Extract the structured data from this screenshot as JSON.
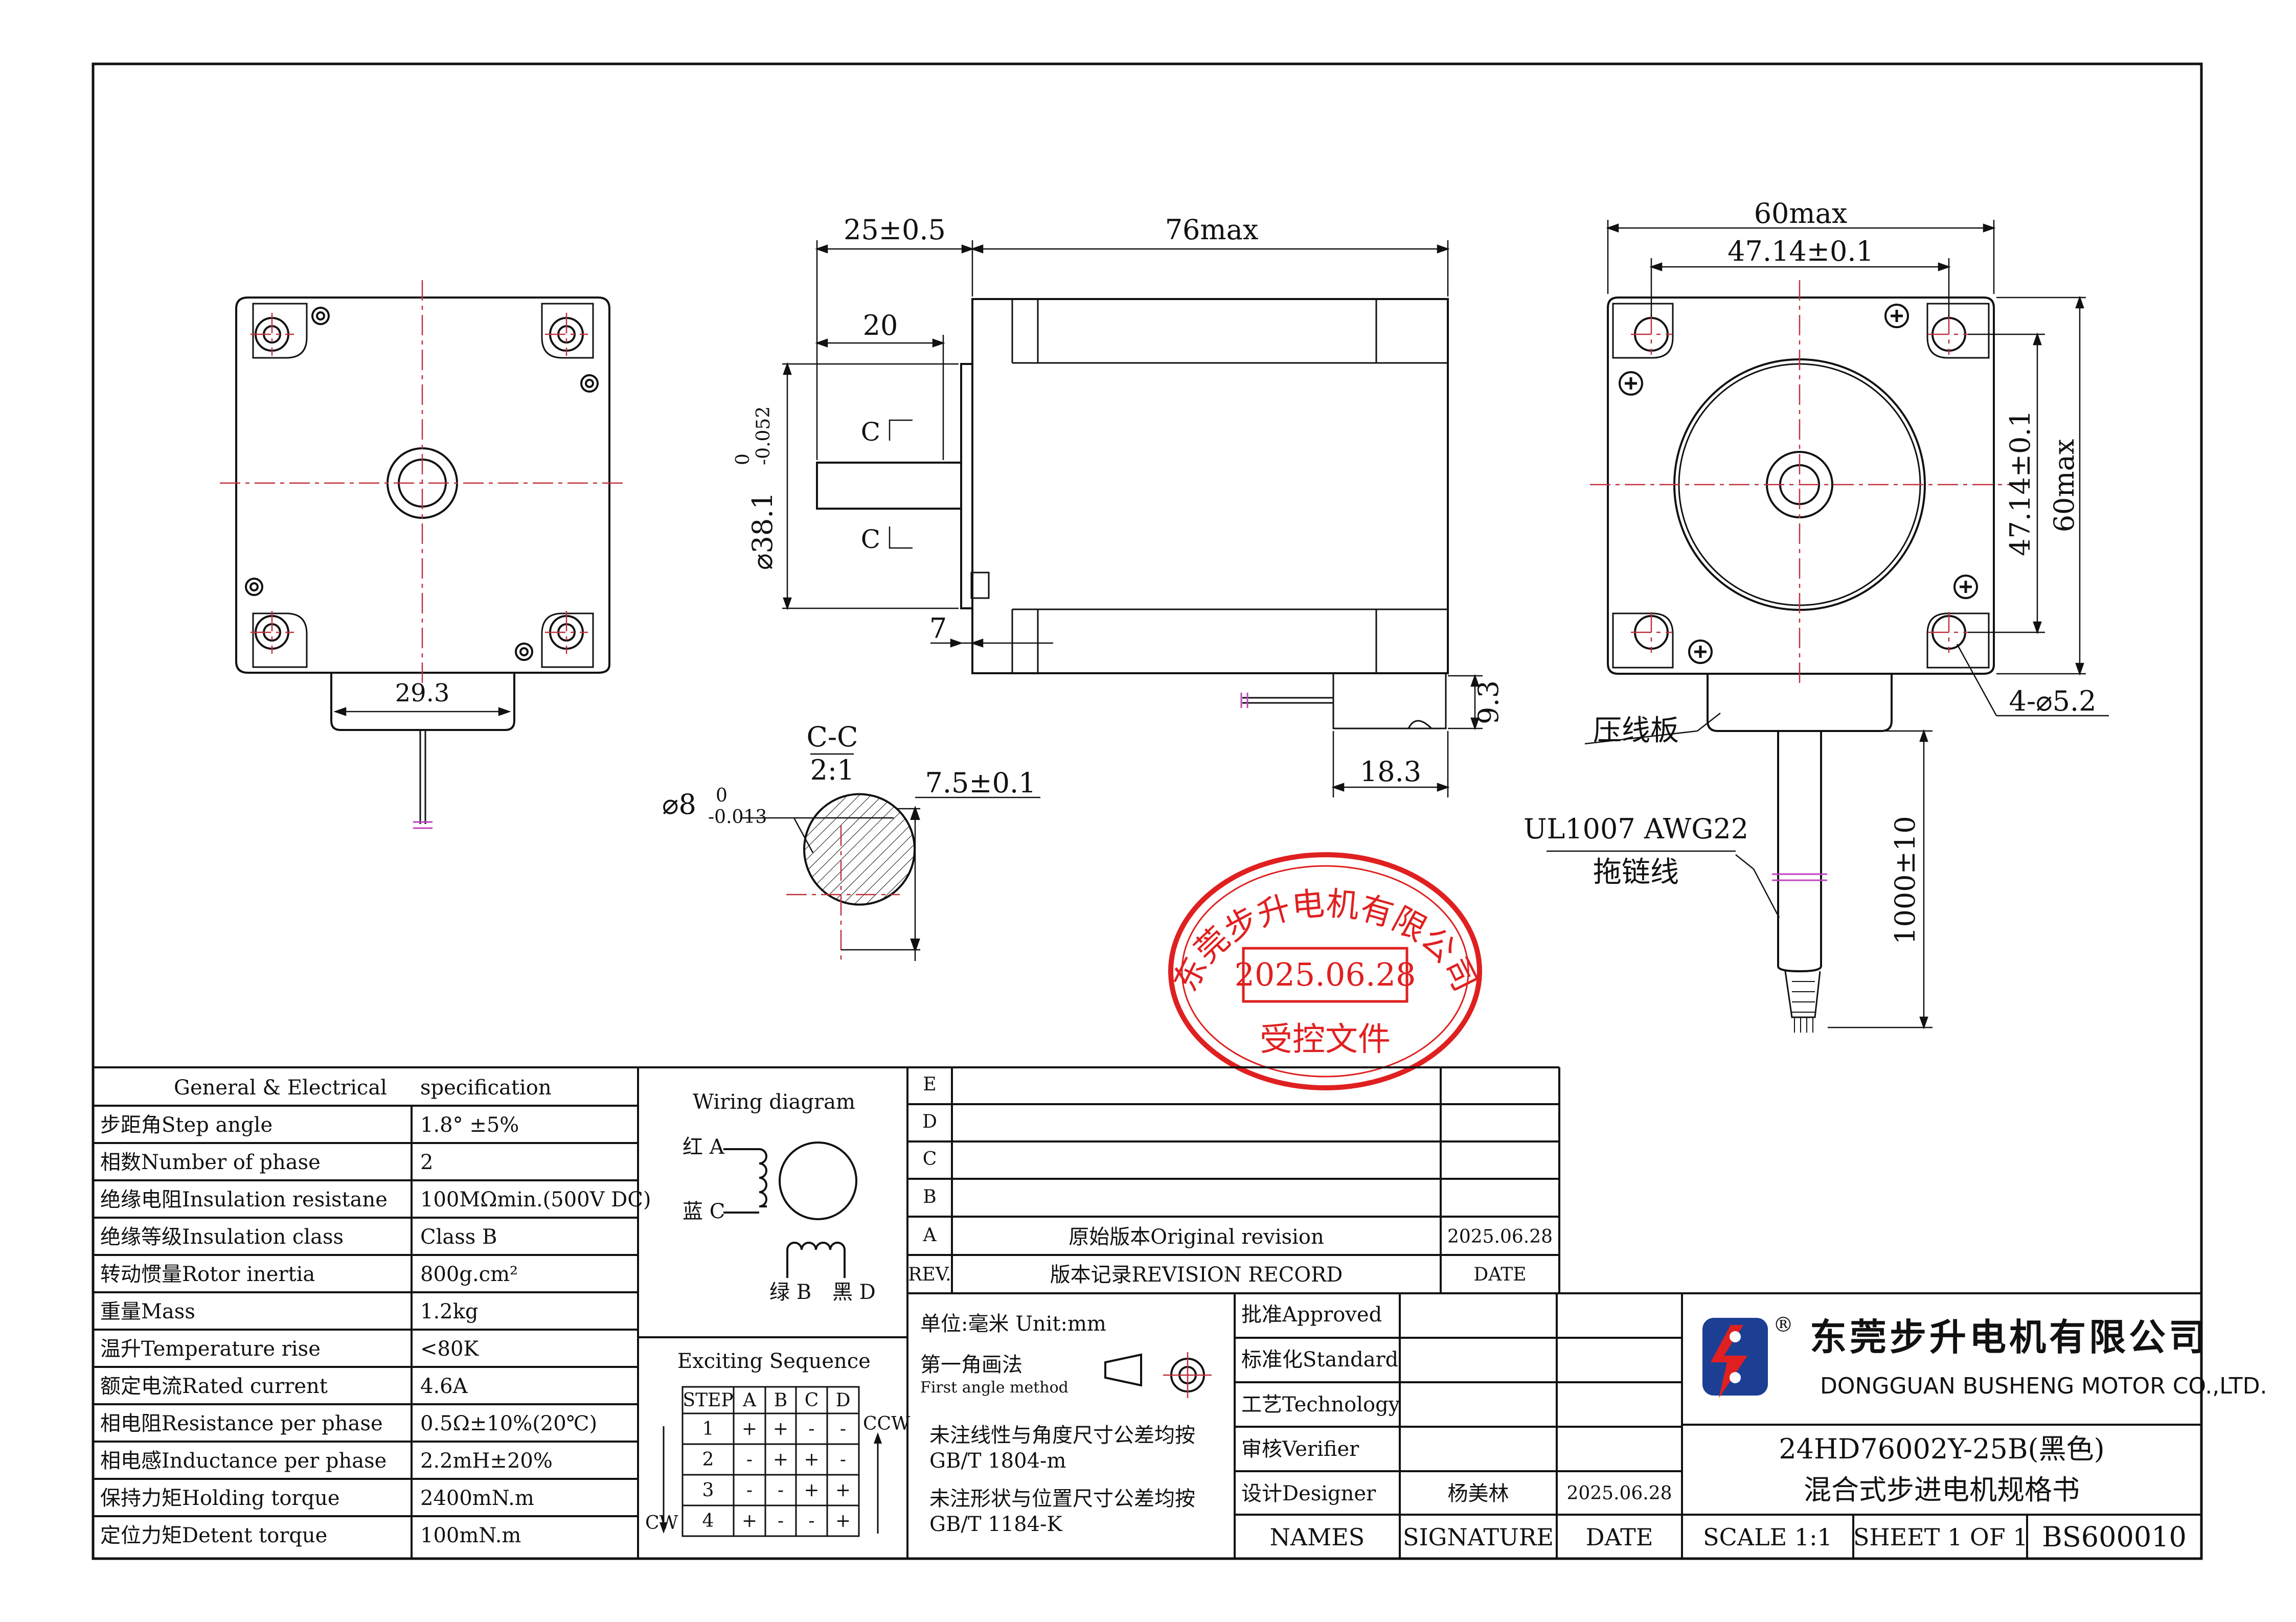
{
  "drawing": {
    "front": {
      "dim_29_3": "29.3"
    },
    "side": {
      "dim_25": "25±0.5",
      "dim_76": "76max",
      "dim_20": "20",
      "dim_7": "7",
      "dim_93": "9.3",
      "dim_183": "18.3",
      "dia_label": "⌀38.1",
      "dia_upper": "0",
      "dia_lower": "-0.052",
      "section_mark_top": "C",
      "section_mark_bottom": "C"
    },
    "section": {
      "title": "C-C",
      "scale": "2:1",
      "dia_label": "⌀8",
      "dia_upper": "0",
      "dia_lower": "-0.013",
      "dim_75": "7.5±0.1"
    },
    "right": {
      "dim_60top": "60max",
      "dim_4714top": "47.14±0.1",
      "dim_4714side": "47.14±0.1",
      "dim_60side": "60max",
      "holes": "4-⌀5.2",
      "plate_label": "压线板",
      "cable_spec": "UL1007  AWG22",
      "cable_type": "拖链线",
      "length": "1000±10"
    }
  },
  "stamp": {
    "company": "东莞步升电机有限公司",
    "date": "2025.06.28",
    "label": "受控文件",
    "color": "#e02020"
  },
  "spec": {
    "header_left": "General & Electrical",
    "header_right": "specification",
    "rows": [
      {
        "cn": "步距角",
        "en": "Step angle",
        "val": "1.8°  ±5%"
      },
      {
        "cn": "相数",
        "en": "Number of phase",
        "val": "2"
      },
      {
        "cn": "绝缘电阻",
        "en": "Insulation resistane",
        "val": "100MΩmin.(500V DC)"
      },
      {
        "cn": "绝缘等级",
        "en": "Insulation class",
        "val": "Class B"
      },
      {
        "cn": "转动惯量",
        "en": "Rotor inertia",
        "val": "800g.cm²"
      },
      {
        "cn": "重量",
        "en": "Mass",
        "val": "1.2kg"
      },
      {
        "cn": "温升",
        "en": "Temperature rise",
        "val": "<80K"
      },
      {
        "cn": "额定电流",
        "en": "Rated current",
        "val": "4.6A"
      },
      {
        "cn": "相电阻",
        "en": "Resistance per phase",
        "val": "0.5Ω±10%(20℃)"
      },
      {
        "cn": "相电感",
        "en": "Inductance per phase",
        "val": "2.2mH±20%"
      },
      {
        "cn": "保持力矩",
        "en": "Holding torque",
        "val": "2400mN.m"
      },
      {
        "cn": "定位力矩",
        "en": "Detent torque",
        "val": "100mN.m"
      }
    ]
  },
  "wiring": {
    "title": "Wiring diagram",
    "red": "红 A",
    "blue": "蓝 C",
    "green": "绿 B",
    "black": "黑 D"
  },
  "sequence": {
    "title": "Exciting Sequence",
    "headers": [
      "STEP",
      "A",
      "B",
      "C",
      "D"
    ],
    "rows": [
      [
        "1",
        "+",
        "+",
        "-",
        "-"
      ],
      [
        "2",
        "-",
        "+",
        "+",
        "-"
      ],
      [
        "3",
        "-",
        "-",
        "+",
        "+"
      ],
      [
        "4",
        "+",
        "-",
        "-",
        "+"
      ]
    ],
    "ccw": "CCW",
    "cw": "CW"
  },
  "revision": {
    "letters": [
      "E",
      "D",
      "C",
      "B",
      "A"
    ],
    "a_desc": "原始版本Original revision",
    "a_date": "2025.06.28",
    "rev": "REV.",
    "record": "版本记录REVISION RECORD",
    "date": "DATE"
  },
  "notes": {
    "unit": "单位:毫米  Unit:mm",
    "angle_cn": "第一角画法",
    "angle_en": "First angle method",
    "note1a": "未注线性与角度尺寸公差均按",
    "note1b": "GB/T 1804-m",
    "note2a": "未注形状与位置尺寸公差均按",
    "note2b": "GB/T 1184-K"
  },
  "approval": {
    "approved": "批准Approved",
    "standard": "标准化Standard",
    "technology": "工艺Technology",
    "verifier": "审核Verifier",
    "designer": "设计Designer",
    "designer_name": "杨美林",
    "designer_date": "2025.06.28",
    "names": "NAMES",
    "signature": "SIGNATURE",
    "date": "DATE"
  },
  "titleblock": {
    "company_cn": "东莞步升电机有限公司",
    "company_en": "DONGGUAN BUSHENG MOTOR CO.,LTD.",
    "registered": "®",
    "model": "24HD76002Y-25B(黑色)",
    "doc_title": "混合式步进电机规格书",
    "scale": "SCALE 1:1",
    "sheet": "SHEET  1 OF 1",
    "doc_no": "BS600010",
    "logo_blue": "#1c3f94",
    "logo_red": "#e02020"
  }
}
